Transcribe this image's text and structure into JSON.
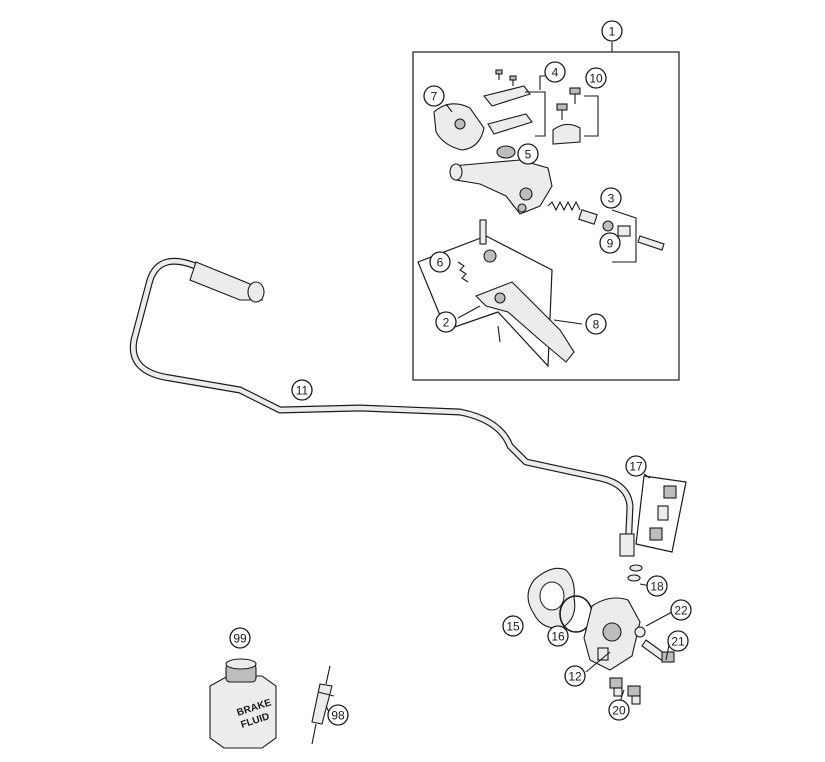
{
  "diagram": {
    "callouts": [
      "1",
      "2",
      "3",
      "4",
      "5",
      "6",
      "7",
      "8",
      "9",
      "10",
      "11",
      "12",
      "15",
      "16",
      "17",
      "18",
      "20",
      "21",
      "22",
      "98",
      "99"
    ],
    "bottle_text": [
      "BRAKE",
      "FLUID"
    ]
  }
}
